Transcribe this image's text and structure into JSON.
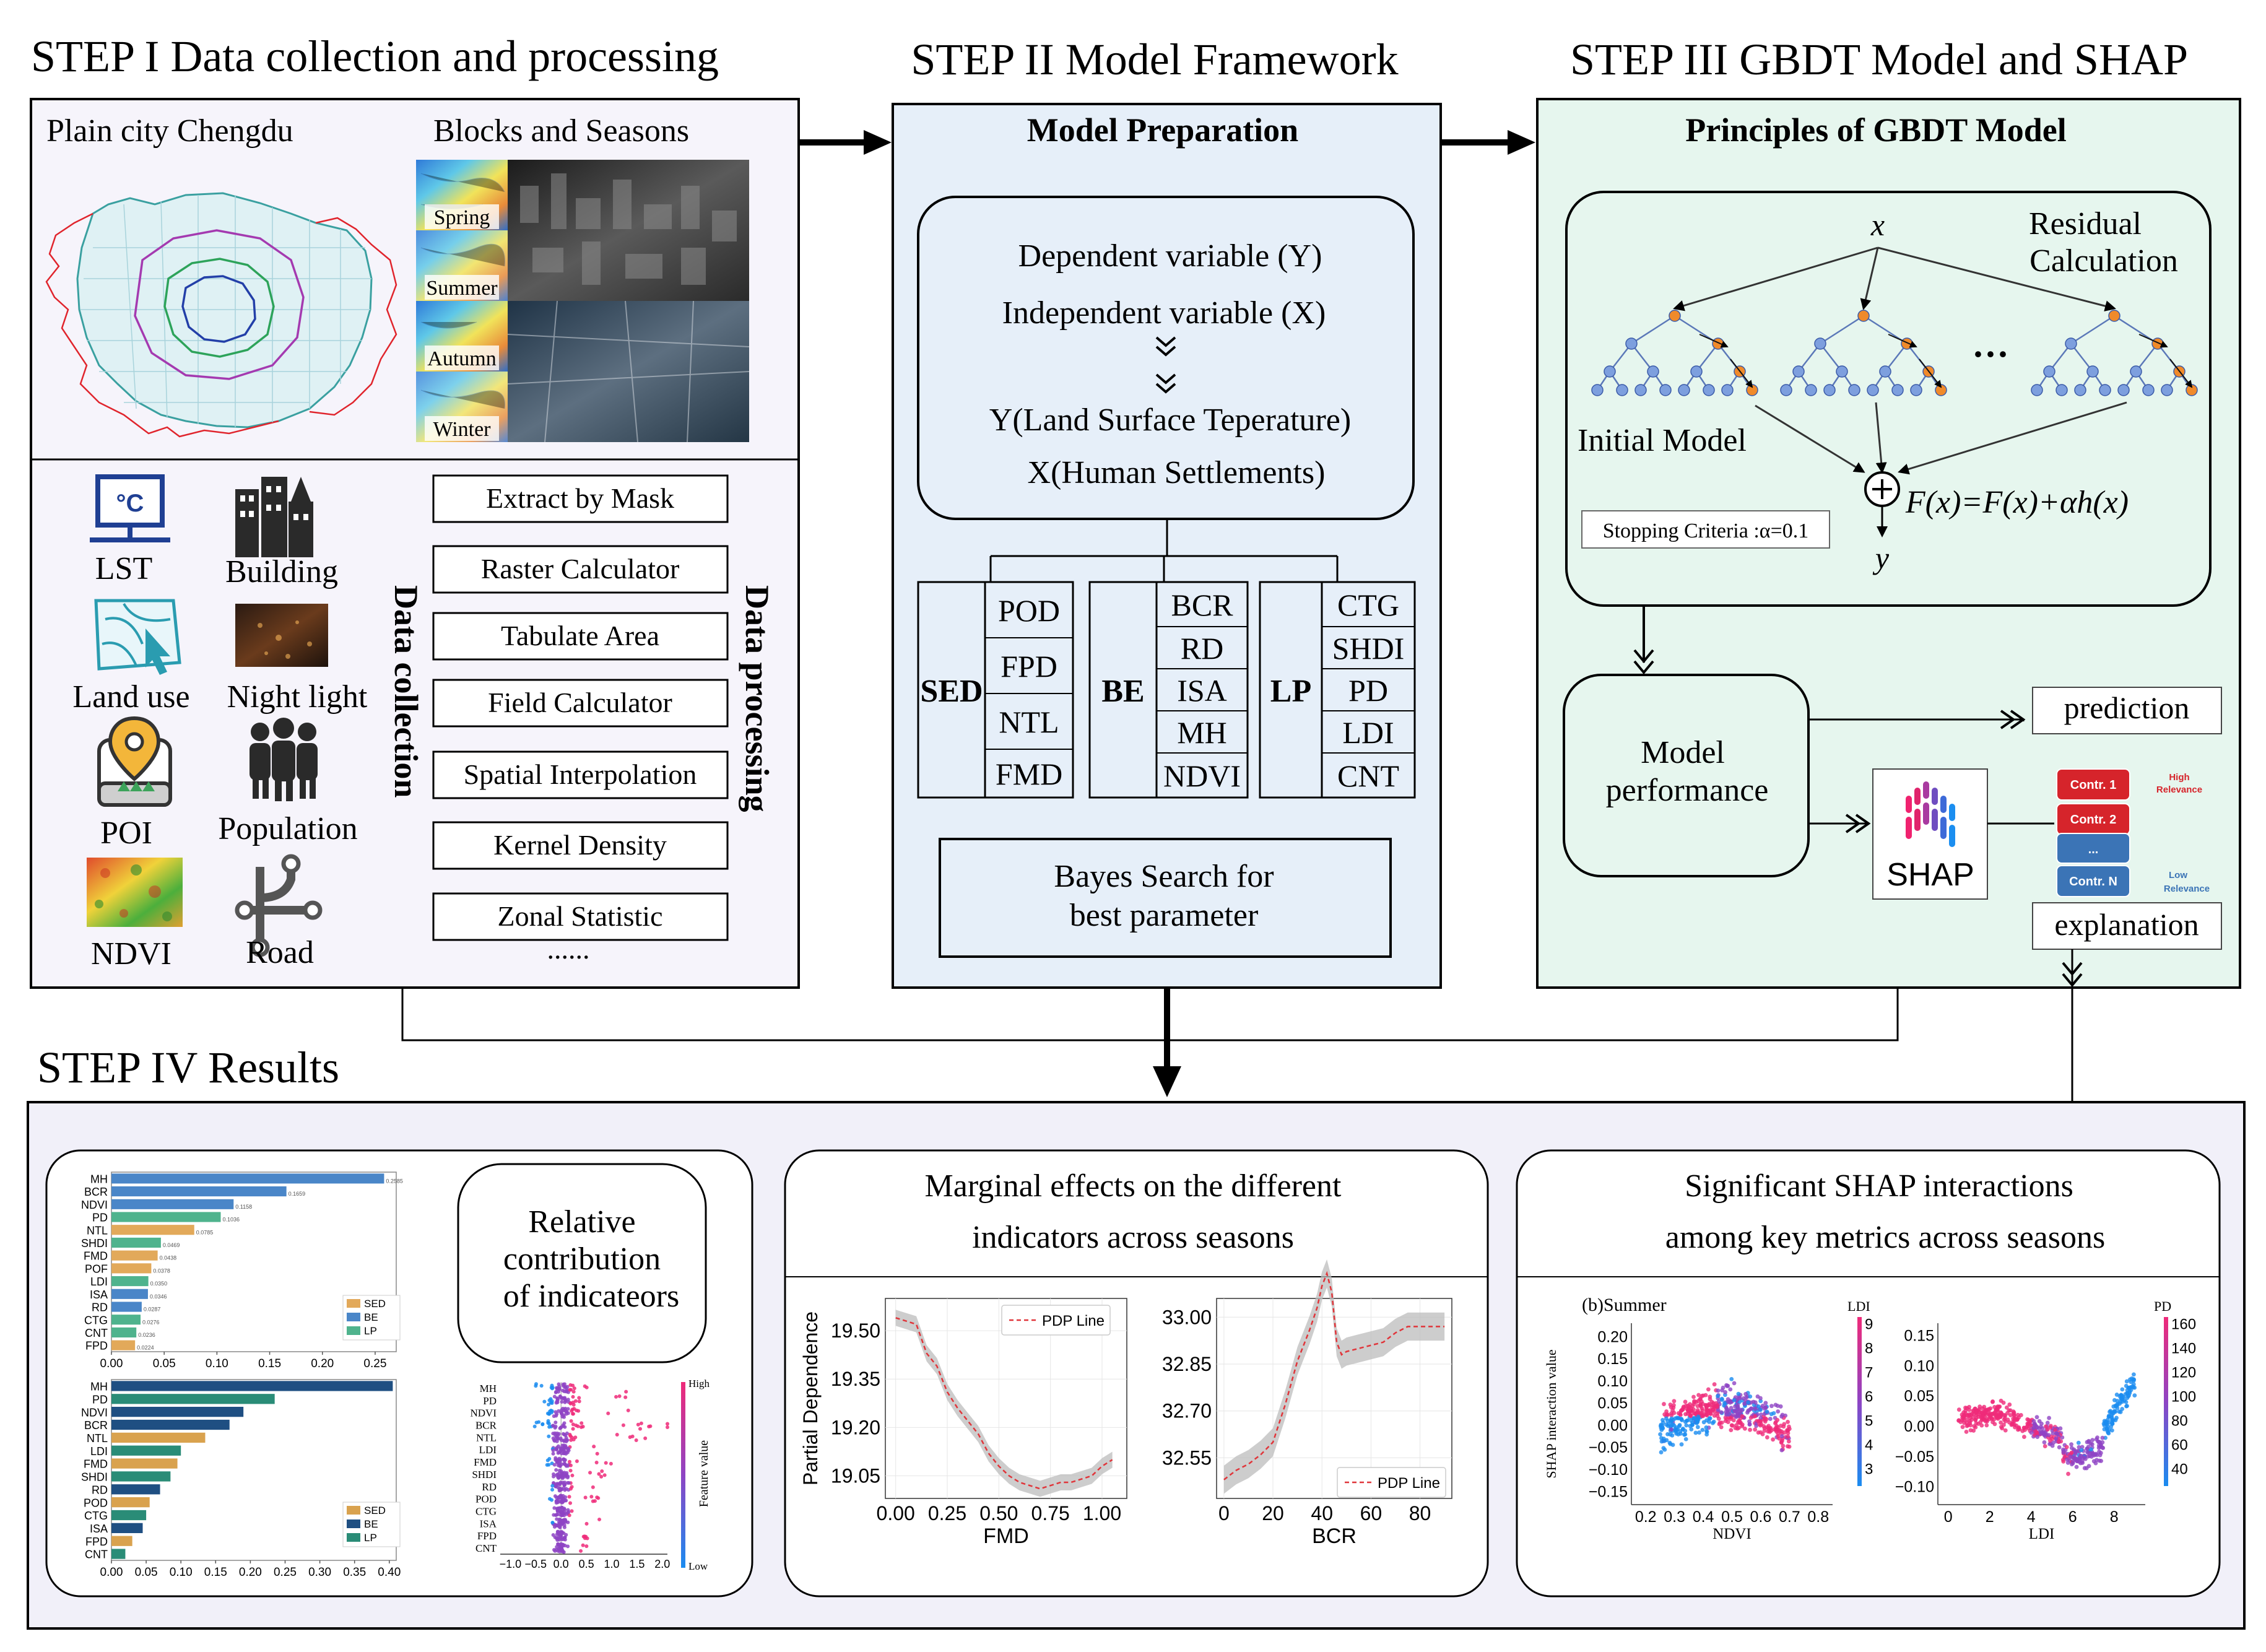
{
  "step1": {
    "title": "STEP I Data collection and processing",
    "map_label": "Plain city Chengdu",
    "blocks_label": "Blocks and Seasons",
    "seasons": [
      "Spring",
      "Summer",
      "Autumn",
      "Winter"
    ],
    "data_collection_label": "Data collection",
    "data_processing_label": "Data processing",
    "data_items": [
      "LST",
      "Building",
      "Land use",
      "Night light",
      "POI",
      "Population",
      "NDVI",
      "Road"
    ],
    "lst_icon_text": "°C",
    "processing_steps": [
      "Extract by Mask",
      "Raster Calculator",
      "Tabulate Area",
      "Field Calculator",
      "Spatial Interpolation",
      "Kernel Density",
      "Zonal Statistic"
    ],
    "ellipsis": "......"
  },
  "step2": {
    "title": "STEP II Model Framework",
    "panel_title": "Model Preparation",
    "var_lines": [
      "Dependent variable (Y)",
      "Independent variable (X)",
      "Y(Land Surface Teperature)",
      "X(Human Settlements)"
    ],
    "groups": [
      {
        "name": "SED",
        "items": [
          "POD",
          "FPD",
          "NTL",
          "FMD"
        ]
      },
      {
        "name": "BE",
        "items": [
          "BCR",
          "RD",
          "ISA",
          "MH",
          "NDVI"
        ]
      },
      {
        "name": "LP",
        "items": [
          "CTG",
          "SHDI",
          "PD",
          "LDI",
          "CNT"
        ]
      }
    ],
    "bayes": [
      "Bayes Search for",
      "best parameter"
    ]
  },
  "step3": {
    "title": "STEP III GBDT Model and SHAP",
    "panel_title": "Principles of GBDT Model",
    "x_label": "x",
    "y_label": "y",
    "residual": [
      "Residual",
      "Calculation"
    ],
    "dots": "···",
    "initial_model": "Initial Model",
    "stopping": "Stopping Criteria :α=0.1",
    "formula": "F(x)=F(x)+αh(x)",
    "model_perf": [
      "Model",
      "performance"
    ],
    "prediction": "prediction",
    "explanation": "explanation",
    "shap": "SHAP",
    "contr": [
      "Contr. 1",
      "Contr. 2",
      "...",
      "Contr. N"
    ],
    "high_relevance": [
      "High",
      "Relevance"
    ],
    "low_relevance": [
      "Low",
      "Relevance"
    ],
    "colors": {
      "high": "#d6242b",
      "low": "#3b74b6"
    }
  },
  "step4": {
    "title": "STEP IV Results",
    "relative": [
      "Relative",
      "contribution",
      "of indicateors"
    ],
    "marginal": [
      "Marginal effects on the different",
      "indicators across seasons"
    ],
    "significant": [
      "Significant SHAP interactions",
      "among key metrics across seasons"
    ]
  },
  "chart_data": [
    {
      "type": "bar",
      "orientation": "horizontal",
      "categories": [
        "MH",
        "BCR",
        "NDVI",
        "PD",
        "NTL",
        "SHDI",
        "FMD",
        "POF",
        "LDI",
        "ISA",
        "RD",
        "CTG",
        "CNT",
        "FPD"
      ],
      "values": [
        0.2585,
        0.1659,
        0.1158,
        0.1036,
        0.0785,
        0.0469,
        0.0438,
        0.0378,
        0.035,
        0.0346,
        0.0287,
        0.0276,
        0.0236,
        0.0224
      ],
      "groups": [
        "BE",
        "BE",
        "BE",
        "LP",
        "SED",
        "LP",
        "SED",
        "SED",
        "LP",
        "BE",
        "BE",
        "LP",
        "LP",
        "SED"
      ],
      "value_labels": [
        "0.2585",
        "0.1659",
        "0.1158",
        "0.1036",
        "0.0785",
        "0.0469",
        "0.0438",
        "0.0378",
        "0.0350",
        "0.0346",
        "0.0287",
        "0.0276",
        "0.0236",
        "0.0224"
      ],
      "xticks": [
        "0.00",
        "0.05",
        "0.10",
        "0.15",
        "0.20",
        "0.25"
      ],
      "xlim": [
        0,
        0.27
      ],
      "legend": [
        "SED",
        "BE",
        "LP"
      ],
      "legend_position": "lower-right",
      "colors": {
        "SED": "#e2a95a",
        "BE": "#4a86c8",
        "LP": "#4fb38d"
      }
    },
    {
      "type": "bar",
      "orientation": "horizontal",
      "categories": [
        "MH",
        "PD",
        "NDVI",
        "BCR",
        "NTL",
        "LDI",
        "FMD",
        "SHDI",
        "RD",
        "POD",
        "CTG",
        "ISA",
        "FPD",
        "CNT"
      ],
      "values": [
        0.405,
        0.235,
        0.19,
        0.17,
        0.135,
        0.1,
        0.095,
        0.085,
        0.07,
        0.055,
        0.05,
        0.045,
        0.03,
        0.02
      ],
      "groups": [
        "BE",
        "LP",
        "BE",
        "BE",
        "SED",
        "LP",
        "SED",
        "LP",
        "BE",
        "SED",
        "LP",
        "BE",
        "SED",
        "LP"
      ],
      "xticks": [
        "0.00",
        "0.05",
        "0.10",
        "0.15",
        "0.20",
        "0.25",
        "0.30",
        "0.35",
        "0.40"
      ],
      "xlim": [
        0,
        0.41
      ],
      "legend": [
        "SED",
        "BE",
        "LP"
      ],
      "legend_position": "lower-right",
      "colors": {
        "SED": "#d9a24e",
        "BE": "#1f4f82",
        "LP": "#2a8c77"
      }
    },
    {
      "type": "scatter",
      "subtype": "beeswarm",
      "categories": [
        "MH",
        "PD",
        "NDVI",
        "BCR",
        "NTL",
        "LDI",
        "FMD",
        "SHDI",
        "RD",
        "POD",
        "CTG",
        "ISA",
        "FPD",
        "CNT"
      ],
      "xticks": [
        "−1.0",
        "−0.5",
        "0.0",
        "0.5",
        "1.0",
        "1.5",
        "2.0"
      ],
      "xlim": [
        -1.2,
        2.1
      ],
      "colorbar_label": "Feature value",
      "colorbar_high": "High",
      "colorbar_low": "Low"
    },
    {
      "type": "line",
      "xlabel": "FMD",
      "ylabel": "Partial Dependence",
      "legend": "PDP Line",
      "legend_position": "top-right",
      "x": [
        0.0,
        0.05,
        0.1,
        0.15,
        0.2,
        0.25,
        0.3,
        0.35,
        0.4,
        0.45,
        0.5,
        0.55,
        0.6,
        0.65,
        0.7,
        0.75,
        0.8,
        0.85,
        0.9,
        0.95,
        1.0,
        1.05
      ],
      "y": [
        19.54,
        19.53,
        19.52,
        19.43,
        19.39,
        19.31,
        19.26,
        19.22,
        19.18,
        19.12,
        19.08,
        19.05,
        19.03,
        19.02,
        19.01,
        19.02,
        19.03,
        19.03,
        19.04,
        19.05,
        19.08,
        19.1
      ],
      "xticks": [
        "0.00",
        "0.25",
        "0.50",
        "0.75",
        "1.00"
      ],
      "yticks": [
        "19.50",
        "19.35",
        "19.20",
        "19.05"
      ],
      "xlim": [
        -0.05,
        1.12
      ],
      "ylim": [
        18.98,
        19.6
      ]
    },
    {
      "type": "line",
      "xlabel": "BCR",
      "legend": "PDP Line",
      "legend_position": "lower-right",
      "x": [
        0,
        5,
        10,
        15,
        20,
        25,
        30,
        32,
        35,
        38,
        40,
        42,
        44,
        46,
        48,
        50,
        55,
        60,
        65,
        70,
        75,
        80,
        85,
        90
      ],
      "y": [
        32.48,
        32.51,
        32.53,
        32.56,
        32.6,
        32.72,
        32.86,
        32.9,
        32.96,
        33.03,
        33.1,
        33.14,
        33.08,
        32.92,
        32.88,
        32.89,
        32.9,
        32.91,
        32.92,
        32.95,
        32.97,
        32.97,
        32.97,
        32.97
      ],
      "xticks": [
        "0",
        "20",
        "40",
        "60",
        "80"
      ],
      "yticks": [
        "33.00",
        "32.85",
        "32.70",
        "32.55"
      ],
      "xlim": [
        -3,
        93
      ],
      "ylim": [
        32.42,
        33.06
      ]
    },
    {
      "type": "scatter",
      "title": "(b)Summer",
      "xlabel": "NDVI",
      "ylabel": "SHAP interaction value",
      "colorbar_label": "LDI",
      "colorbar_ticks": [
        "9",
        "8",
        "7",
        "6",
        "5",
        "4",
        "3"
      ],
      "xticks": [
        "0.2",
        "0.3",
        "0.4",
        "0.5",
        "0.6",
        "0.7",
        "0.8"
      ],
      "yticks": [
        "0.20",
        "0.15",
        "0.10",
        "0.05",
        "0.00",
        "−0.05",
        "−0.10",
        "−0.15"
      ],
      "xlim": [
        0.15,
        0.85
      ],
      "ylim": [
        -0.18,
        0.23
      ]
    },
    {
      "type": "scatter",
      "xlabel": "LDI",
      "colorbar_label": "PD",
      "colorbar_ticks": [
        "160",
        "140",
        "120",
        "100",
        "80",
        "60",
        "40"
      ],
      "xticks": [
        "0",
        "2",
        "4",
        "6",
        "8"
      ],
      "yticks": [
        "0.15",
        "0.10",
        "0.05",
        "0.00",
        "−0.05",
        "−0.10"
      ],
      "xlim": [
        -0.5,
        9.5
      ],
      "ylim": [
        -0.13,
        0.17
      ]
    }
  ]
}
